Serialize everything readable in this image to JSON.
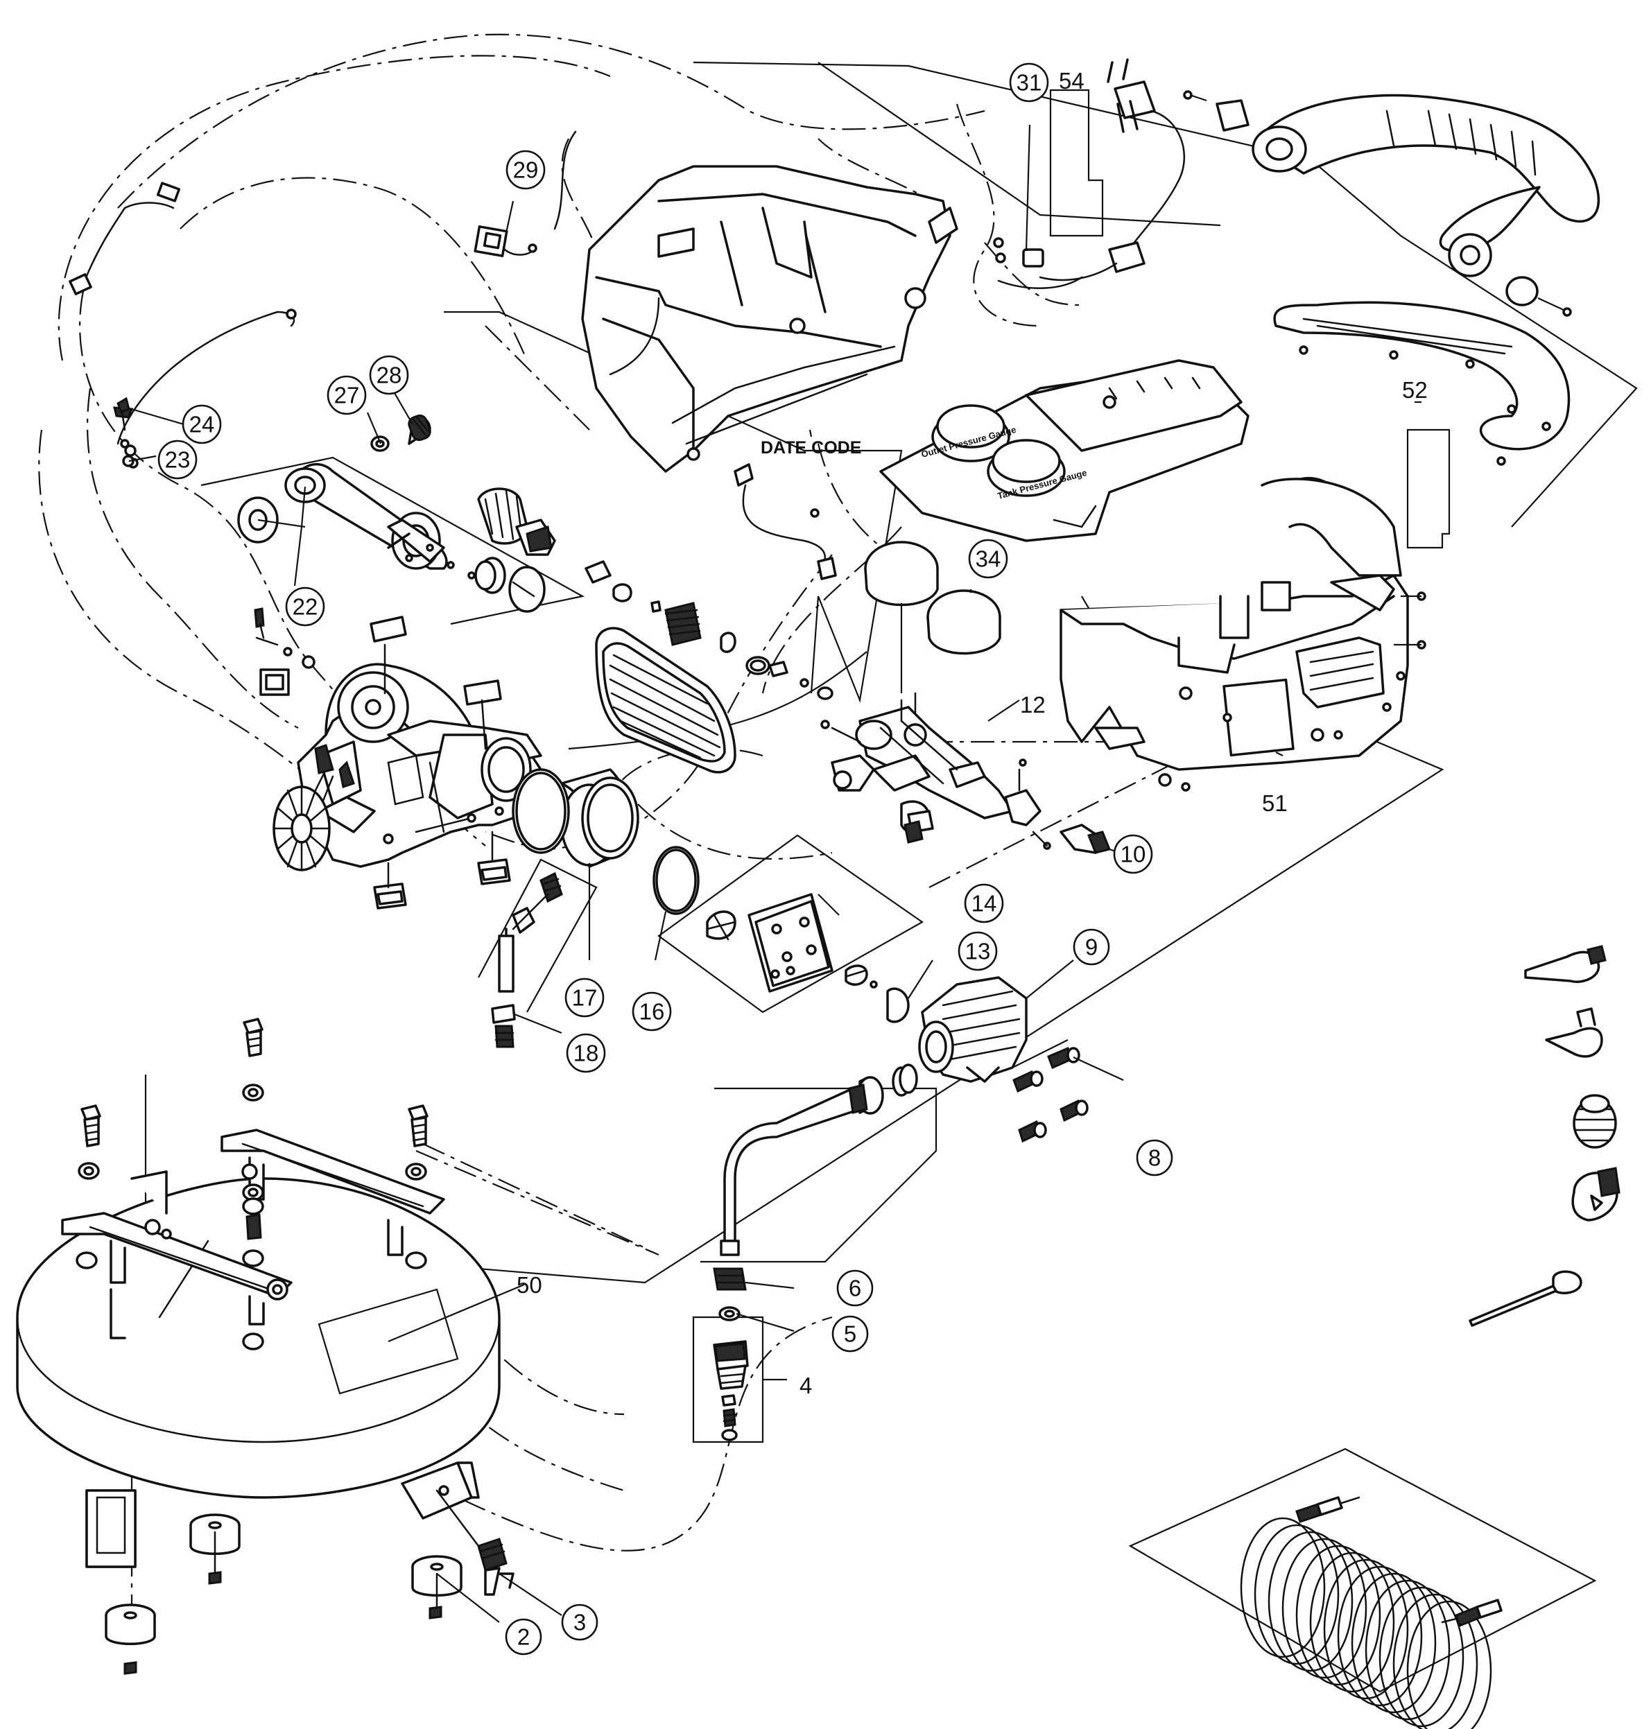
{
  "diagram": {
    "callouts": {
      "c2": "2",
      "c3": "3",
      "c4": "4",
      "c5": "5",
      "c6": "6",
      "c8": "8",
      "c9": "9",
      "c10": "10",
      "c12": "12",
      "c13": "13",
      "c14": "14",
      "c16": "16",
      "c17": "17",
      "c18": "18",
      "c22": "22",
      "c23": "23",
      "c24": "24",
      "c27": "27",
      "c28": "28",
      "c29": "29",
      "c31": "31",
      "c34": "34",
      "c50": "50",
      "c51": "51",
      "c52": "52",
      "c54": "54"
    },
    "date_code_label": "DATE CODE",
    "gauge_panel_labels": {
      "left": "Outlet Pressure Gauge",
      "right": "Tank Pressure Gauge"
    }
  }
}
